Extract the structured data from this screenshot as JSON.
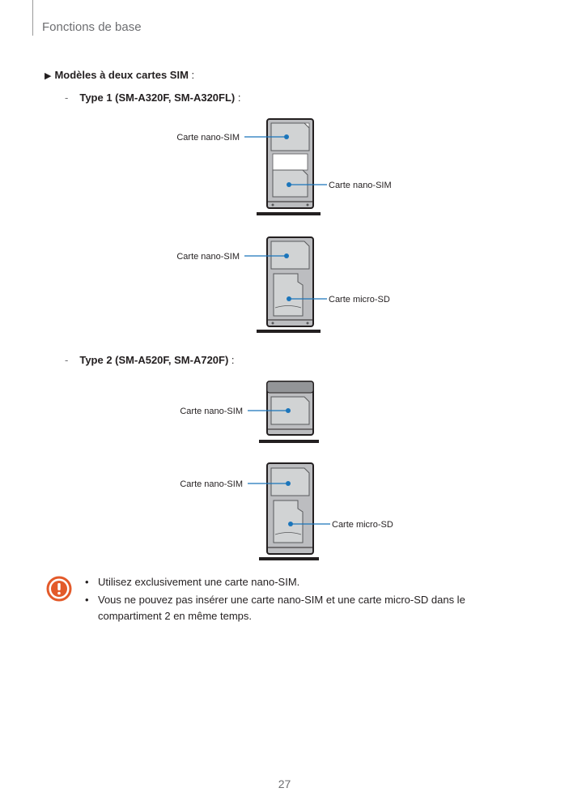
{
  "header": {
    "title": "Fonctions de base"
  },
  "section": {
    "title": "Modèles à deux cartes SIM",
    "colon": " :"
  },
  "type1": {
    "dash": "-",
    "title": "Type 1 (SM-A320F, SM-A320FL)",
    "colon": " :"
  },
  "type2": {
    "dash": "-",
    "title": "Type 2 (SM-A520F, SM-A720F)",
    "colon": " :"
  },
  "trays": {
    "tray1": {
      "upper_label": "Carte nano-SIM",
      "lower_label": "Carte nano-SIM"
    },
    "tray2": {
      "upper_label": "Carte nano-SIM",
      "lower_label": "Carte micro-SD"
    },
    "tray3": {
      "label": "Carte nano-SIM"
    },
    "tray4": {
      "upper_label": "Carte nano-SIM",
      "lower_label": "Carte micro-SD"
    }
  },
  "notes": [
    "Utilisez exclusivement une carte nano-SIM.",
    "Vous ne pouvez pas insérer une carte nano-SIM et une carte micro-SD dans le compartiment 2 en même temps."
  ],
  "bullet_symbol": "•",
  "colors": {
    "caution": "#e35a2a",
    "callout": "#1b75bb",
    "tray_fill": "#bcbdc0",
    "card_fill": "#d1d3d4"
  },
  "icons": {
    "caution": "exclamation-icon",
    "section_marker": "triangle-right-icon"
  },
  "page": {
    "number": "27"
  }
}
